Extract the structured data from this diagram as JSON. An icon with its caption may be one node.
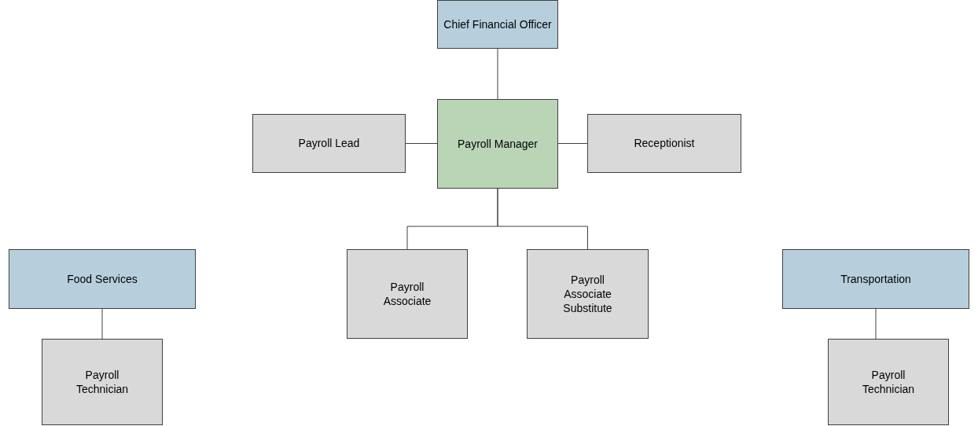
{
  "diagram": {
    "nodes": [
      {
        "text": [
          "Chief Financial Officer"
        ]
      },
      {
        "text": [
          "Payroll Lead"
        ]
      },
      {
        "text": [
          "Payroll Manager"
        ]
      },
      {
        "text": [
          "Receptionist"
        ]
      },
      {
        "text": [
          "Payroll Associate"
        ]
      },
      {
        "text": [
          "Payroll Associate Substitute"
        ]
      },
      {
        "text": [
          "Food Services"
        ]
      },
      {
        "text": [
          "Payroll Technician"
        ]
      },
      {
        "text": [
          "Transportation"
        ]
      },
      {
        "text": [
          "Payroll Technician"
        ]
      }
    ],
    "edges": [
      {
        "from": 0,
        "to": 2,
        "arrow": "none"
      },
      {
        "from": 2,
        "to": 1,
        "arrow": "none"
      },
      {
        "from": 2,
        "to": 3,
        "arrow": "none"
      },
      {
        "from": 2,
        "to": 4,
        "arrow": "none"
      },
      {
        "from": 2,
        "to": 5,
        "arrow": "none"
      },
      {
        "from": 6,
        "to": 7,
        "arrow": "none"
      },
      {
        "from": 8,
        "to": 9,
        "arrow": "none"
      }
    ]
  }
}
